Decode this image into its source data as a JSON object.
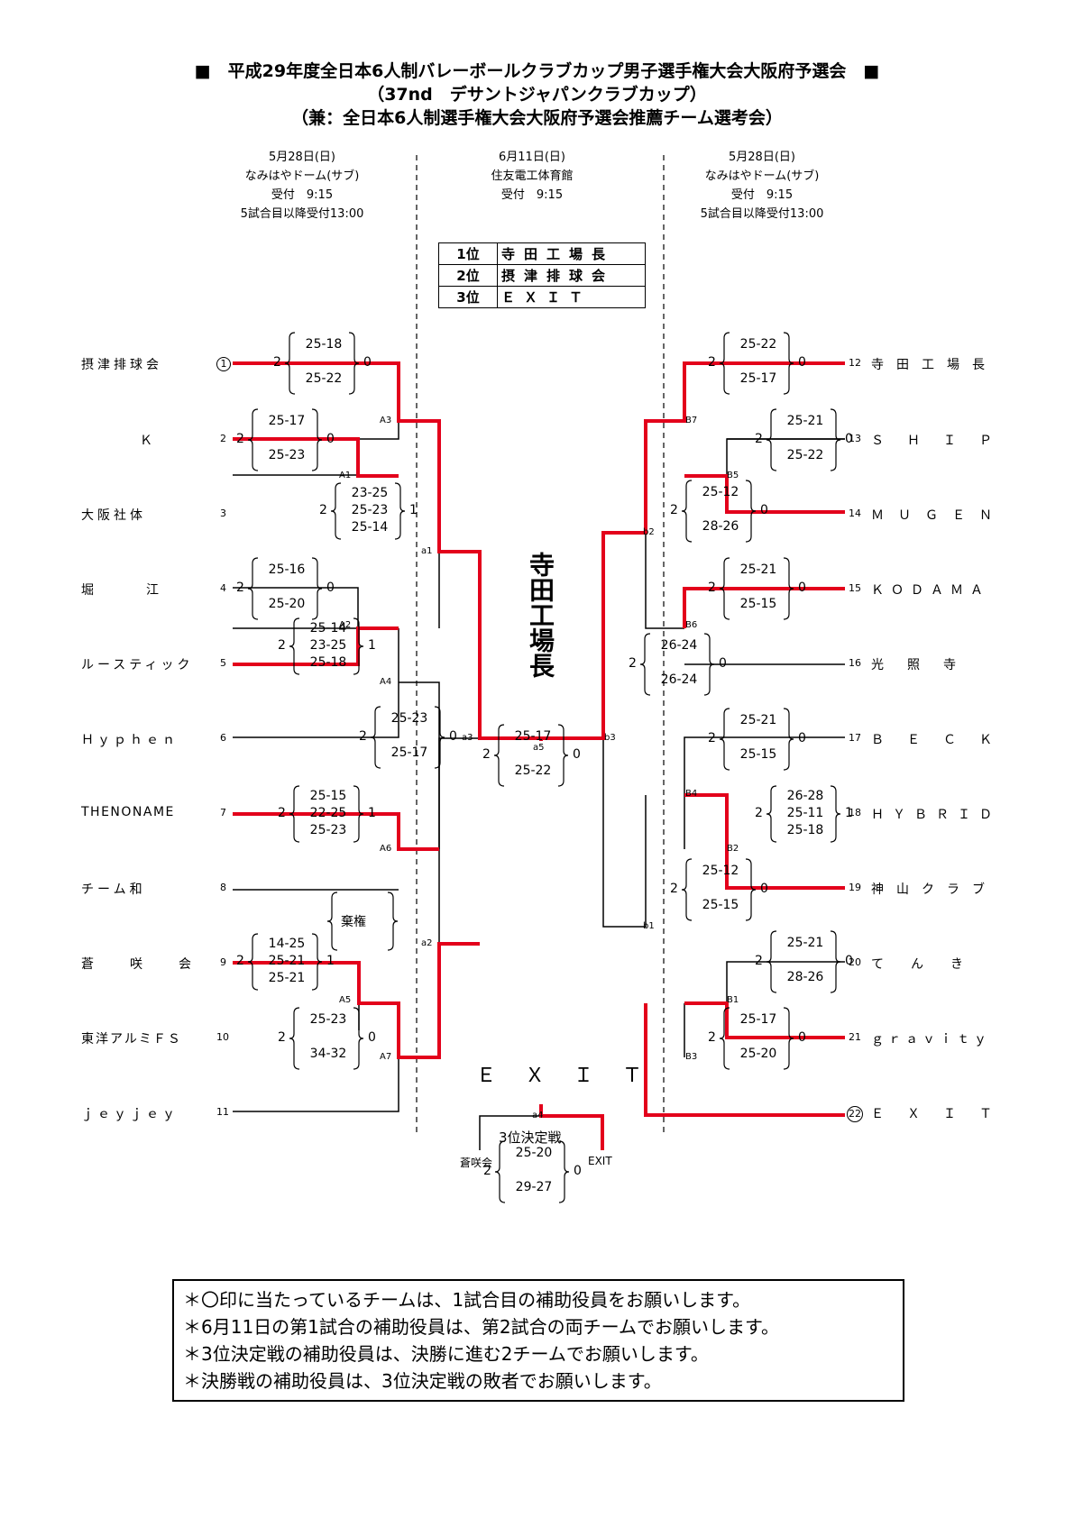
{
  "header": {
    "line1": "■　平成29年度全日本6人制バレーボールクラブカップ男子選手権大会大阪府予選会　■",
    "line2": "（37nd　デサントジャパンクラブカップ）",
    "line3": "（兼：全日本6人制選手権大会大阪府予選会推薦チーム選考会）"
  },
  "schedule": {
    "left": [
      "5月28日(日)",
      "なみはやドーム(サブ)",
      "受付　9:15",
      "5試合目以降受付13:00"
    ],
    "center": [
      "6月11日(日)",
      "住友電工体育館",
      "受付　9:15"
    ],
    "right": [
      "5月28日(日)",
      "なみはやドーム(サブ)",
      "受付　9:15",
      "5試合目以降受付13:00"
    ]
  },
  "ranking": [
    {
      "place": "1位",
      "team": "寺田工場長"
    },
    {
      "place": "2位",
      "team": "摂津排球会"
    },
    {
      "place": "3位",
      "team": "ＥＸＩＴ"
    }
  ],
  "left_teams": [
    {
      "name": "摂津排球会",
      "no": "1"
    },
    {
      "name": "Ｋ",
      "no": "2"
    },
    {
      "name": "大阪社体",
      "no": "3"
    },
    {
      "name": "堀　　　江",
      "no": "4"
    },
    {
      "name": "ルースティック",
      "no": "5"
    },
    {
      "name": "Ｈｙｐｈｅｎ",
      "no": "6"
    },
    {
      "name": "THENONAME",
      "no": "7"
    },
    {
      "name": "チーム和",
      "no": "8"
    },
    {
      "name": "蒼　　咲　　会",
      "no": "9"
    },
    {
      "name": "東洋アルミＦＳ",
      "no": "10"
    },
    {
      "name": "ｊｅｙｊｅｙ",
      "no": "11"
    }
  ],
  "right_teams": [
    {
      "name": "寺田工場長",
      "no": "12"
    },
    {
      "name": "ＳＨＩＰ",
      "no": "13"
    },
    {
      "name": "ＭＵＧＥＮ",
      "no": "14"
    },
    {
      "name": "ＫＯＤＡＭＡ",
      "no": "15"
    },
    {
      "name": "光　照　寺",
      "no": "16"
    },
    {
      "name": "ＢＥＣＫ",
      "no": "17"
    },
    {
      "name": "ＨＹＢＲＩＤ",
      "no": "18"
    },
    {
      "name": "神山クラブ",
      "no": "19"
    },
    {
      "name": "てんき",
      "no": "20"
    },
    {
      "name": "ｇｒａｖｉｔｙ",
      "no": "21"
    },
    {
      "name": "ＥＸＩＴ",
      "no": "22"
    }
  ],
  "game_labels": {
    "A1": "A1",
    "A2": "A2",
    "A3": "A3",
    "A4": "A4",
    "A5": "A5",
    "A6": "A6",
    "A7": "A7",
    "a1": "a1",
    "a2": "a2",
    "a3": "a3",
    "a4": "a4",
    "a5": "a5",
    "B1": "B1",
    "B2": "B2",
    "B3": "B3",
    "B4": "B4",
    "B5": "B5",
    "B6": "B6",
    "B7": "B7",
    "b1": "b1",
    "b2": "b2",
    "b3": "b3"
  },
  "matches": {
    "A3": {
      "left": "2",
      "right": "0",
      "sets": [
        "25-18",
        "25-22"
      ]
    },
    "A1": {
      "left": "2",
      "right": "0",
      "sets": [
        "25-17",
        "25-23"
      ]
    },
    "a1": {
      "left": "2",
      "right": "1",
      "sets": [
        "23-25",
        "25-23",
        "25-14"
      ]
    },
    "A2": {
      "left": "2",
      "right": "0",
      "sets": [
        "25-16",
        "25-20"
      ]
    },
    "A4": {
      "left": "2",
      "right": "1",
      "sets": [
        "25-14",
        "23-25",
        "25-18"
      ]
    },
    "a3": {
      "left": "2",
      "right": "0",
      "sets": [
        "25-23",
        "25-17"
      ]
    },
    "A6": {
      "left": "2",
      "right": "1",
      "sets": [
        "25-15",
        "22-25",
        "25-23"
      ]
    },
    "a2": {
      "text": "棄権"
    },
    "A5": {
      "left": "2",
      "right": "1",
      "sets": [
        "14-25",
        "25-21",
        "25-21"
      ]
    },
    "A7": {
      "left": "2",
      "right": "0",
      "sets": [
        "25-23",
        "34-32"
      ]
    },
    "a5": {
      "left": "2",
      "right": "0",
      "sets": [
        "25-17",
        "25-22"
      ]
    },
    "B7": {
      "left": "2",
      "right": "0",
      "sets": [
        "25-22",
        "25-17"
      ]
    },
    "B5": {
      "left": "2",
      "right": "0",
      "sets": [
        "25-21",
        "25-22"
      ]
    },
    "b2": {
      "left": "2",
      "right": "0",
      "sets": [
        "25-12",
        "28-26"
      ]
    },
    "B6": {
      "left": "2",
      "right": "0",
      "sets": [
        "25-21",
        "25-15"
      ]
    },
    "b3": {
      "left": "2",
      "right": "0",
      "sets": [
        "26-24",
        "26-24"
      ]
    },
    "B4": {
      "left": "2",
      "right": "0",
      "sets": [
        "25-21",
        "25-15"
      ]
    },
    "B2": {
      "left": "2",
      "right": "1",
      "sets": [
        "26-28",
        "25-11",
        "25-18"
      ]
    },
    "b1": {
      "left": "2",
      "right": "0",
      "sets": [
        "25-12",
        "25-15"
      ]
    },
    "B1": {
      "left": "2",
      "right": "0",
      "sets": [
        "25-21",
        "28-26"
      ]
    },
    "B3": {
      "left": "2",
      "right": "0",
      "sets": [
        "25-17",
        "25-20"
      ]
    },
    "a4": {
      "left": "2",
      "right": "0",
      "sets": [
        "25-20",
        "29-27"
      ]
    }
  },
  "champion": "寺田工場長",
  "third_place": {
    "winner": "ＥＸＩＴ",
    "label": "3位決定戦",
    "left_team": "蒼咲会",
    "right_team": "EXIT"
  },
  "notes": [
    "＊〇印に当たっているチームは、1試合目の補助役員をお願いします。",
    "＊6月11日の第1試合の補助役員は、第2試合の両チームでお願いします。",
    "＊3位決定戦の補助役員は、決勝に進む2チームでお願いします。",
    "＊決勝戦の補助役員は、3位決定戦の敗者でお願いします。"
  ],
  "colors": {
    "winner_line": "#e3001b",
    "line": "#000000"
  }
}
